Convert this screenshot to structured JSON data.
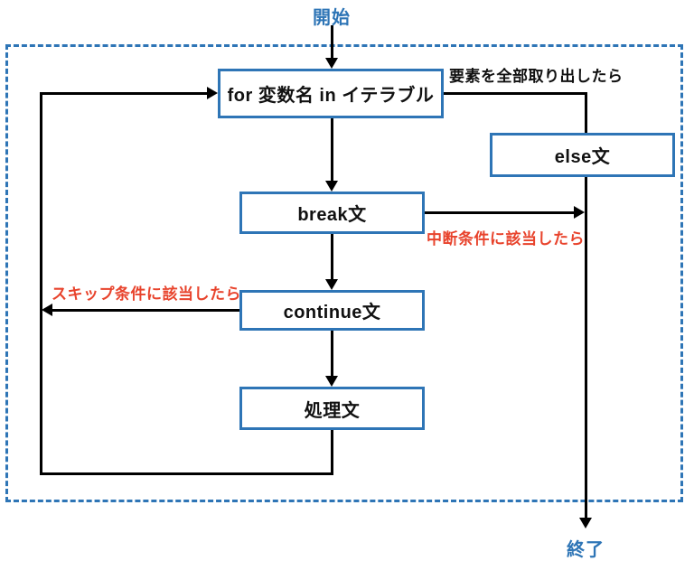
{
  "diagram": {
    "type": "flowchart",
    "topic": "Python for-loop control flow",
    "terminals": {
      "start": "開始",
      "end": "終了"
    },
    "nodes": [
      {
        "id": "for",
        "label": "for 変数名 in イテラブル"
      },
      {
        "id": "else",
        "label": "else文"
      },
      {
        "id": "break",
        "label": "break文"
      },
      {
        "id": "continue",
        "label": "continue文"
      },
      {
        "id": "process",
        "label": "処理文"
      }
    ],
    "edge_labels": [
      {
        "id": "exhausted",
        "text": "要素を全部取り出したら",
        "color": "#111111"
      },
      {
        "id": "break_condition",
        "text": "中断条件に該当したら",
        "color": "#E8432C"
      },
      {
        "id": "skip_condition",
        "text": "スキップ条件に該当したら",
        "color": "#E8432C"
      }
    ],
    "edges": [
      {
        "from": "start",
        "to": "for"
      },
      {
        "from": "for",
        "to": "break"
      },
      {
        "from": "break",
        "to": "continue"
      },
      {
        "from": "continue",
        "to": "process"
      },
      {
        "from": "process",
        "to": "for",
        "via": "loop-back"
      },
      {
        "from": "for",
        "to": "else",
        "label": "要素を全部取り出したら"
      },
      {
        "from": "else",
        "to": "end"
      },
      {
        "from": "break",
        "to": "end",
        "label": "中断条件に該当したら"
      },
      {
        "from": "continue",
        "to": "for",
        "label": "スキップ条件に該当したら",
        "via": "loop-back"
      }
    ],
    "colors": {
      "accent_blue": "#2E75B6",
      "line_black": "#000000",
      "label_red": "#E8432C",
      "background": "#FFFFFF"
    }
  }
}
